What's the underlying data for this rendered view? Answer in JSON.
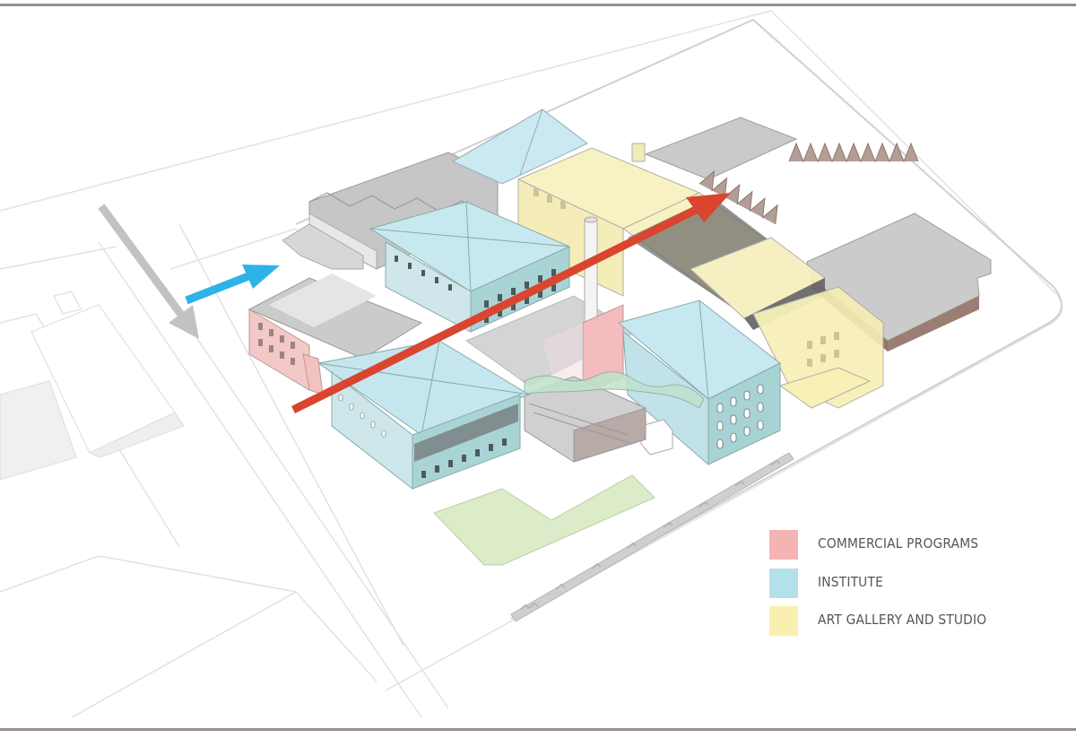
{
  "diagram": {
    "type": "axonometric site plan",
    "colors": {
      "commercial": "#f4b4b4",
      "institute": "#b4e0ea",
      "art_gallery": "#f8f0b0",
      "arrow_red": "#d9452e",
      "arrow_blue": "#2fb3e6",
      "arrow_gray": "#c2c2c2",
      "frame_line": "#9a8d8d",
      "green_space": "#dcecc8",
      "gray_roof": "#c8c8c8",
      "brick": "#9a7e74"
    },
    "arrows": [
      {
        "id": "gray-entry-arrow",
        "color": "gray",
        "direction": "down-right"
      },
      {
        "id": "blue-approach-arrow",
        "color": "blue",
        "direction": "up-right"
      },
      {
        "id": "red-axis-arrow",
        "color": "red",
        "direction": "up-right"
      }
    ]
  },
  "legend": {
    "items": [
      {
        "label": "COMMERCIAL PROGRAMS",
        "color": "#f4b4b4"
      },
      {
        "label": "INSTITUTE",
        "color": "#b4e0ea"
      },
      {
        "label": "ART GALLERY AND STUDIO",
        "color": "#f8f0b0"
      }
    ]
  }
}
